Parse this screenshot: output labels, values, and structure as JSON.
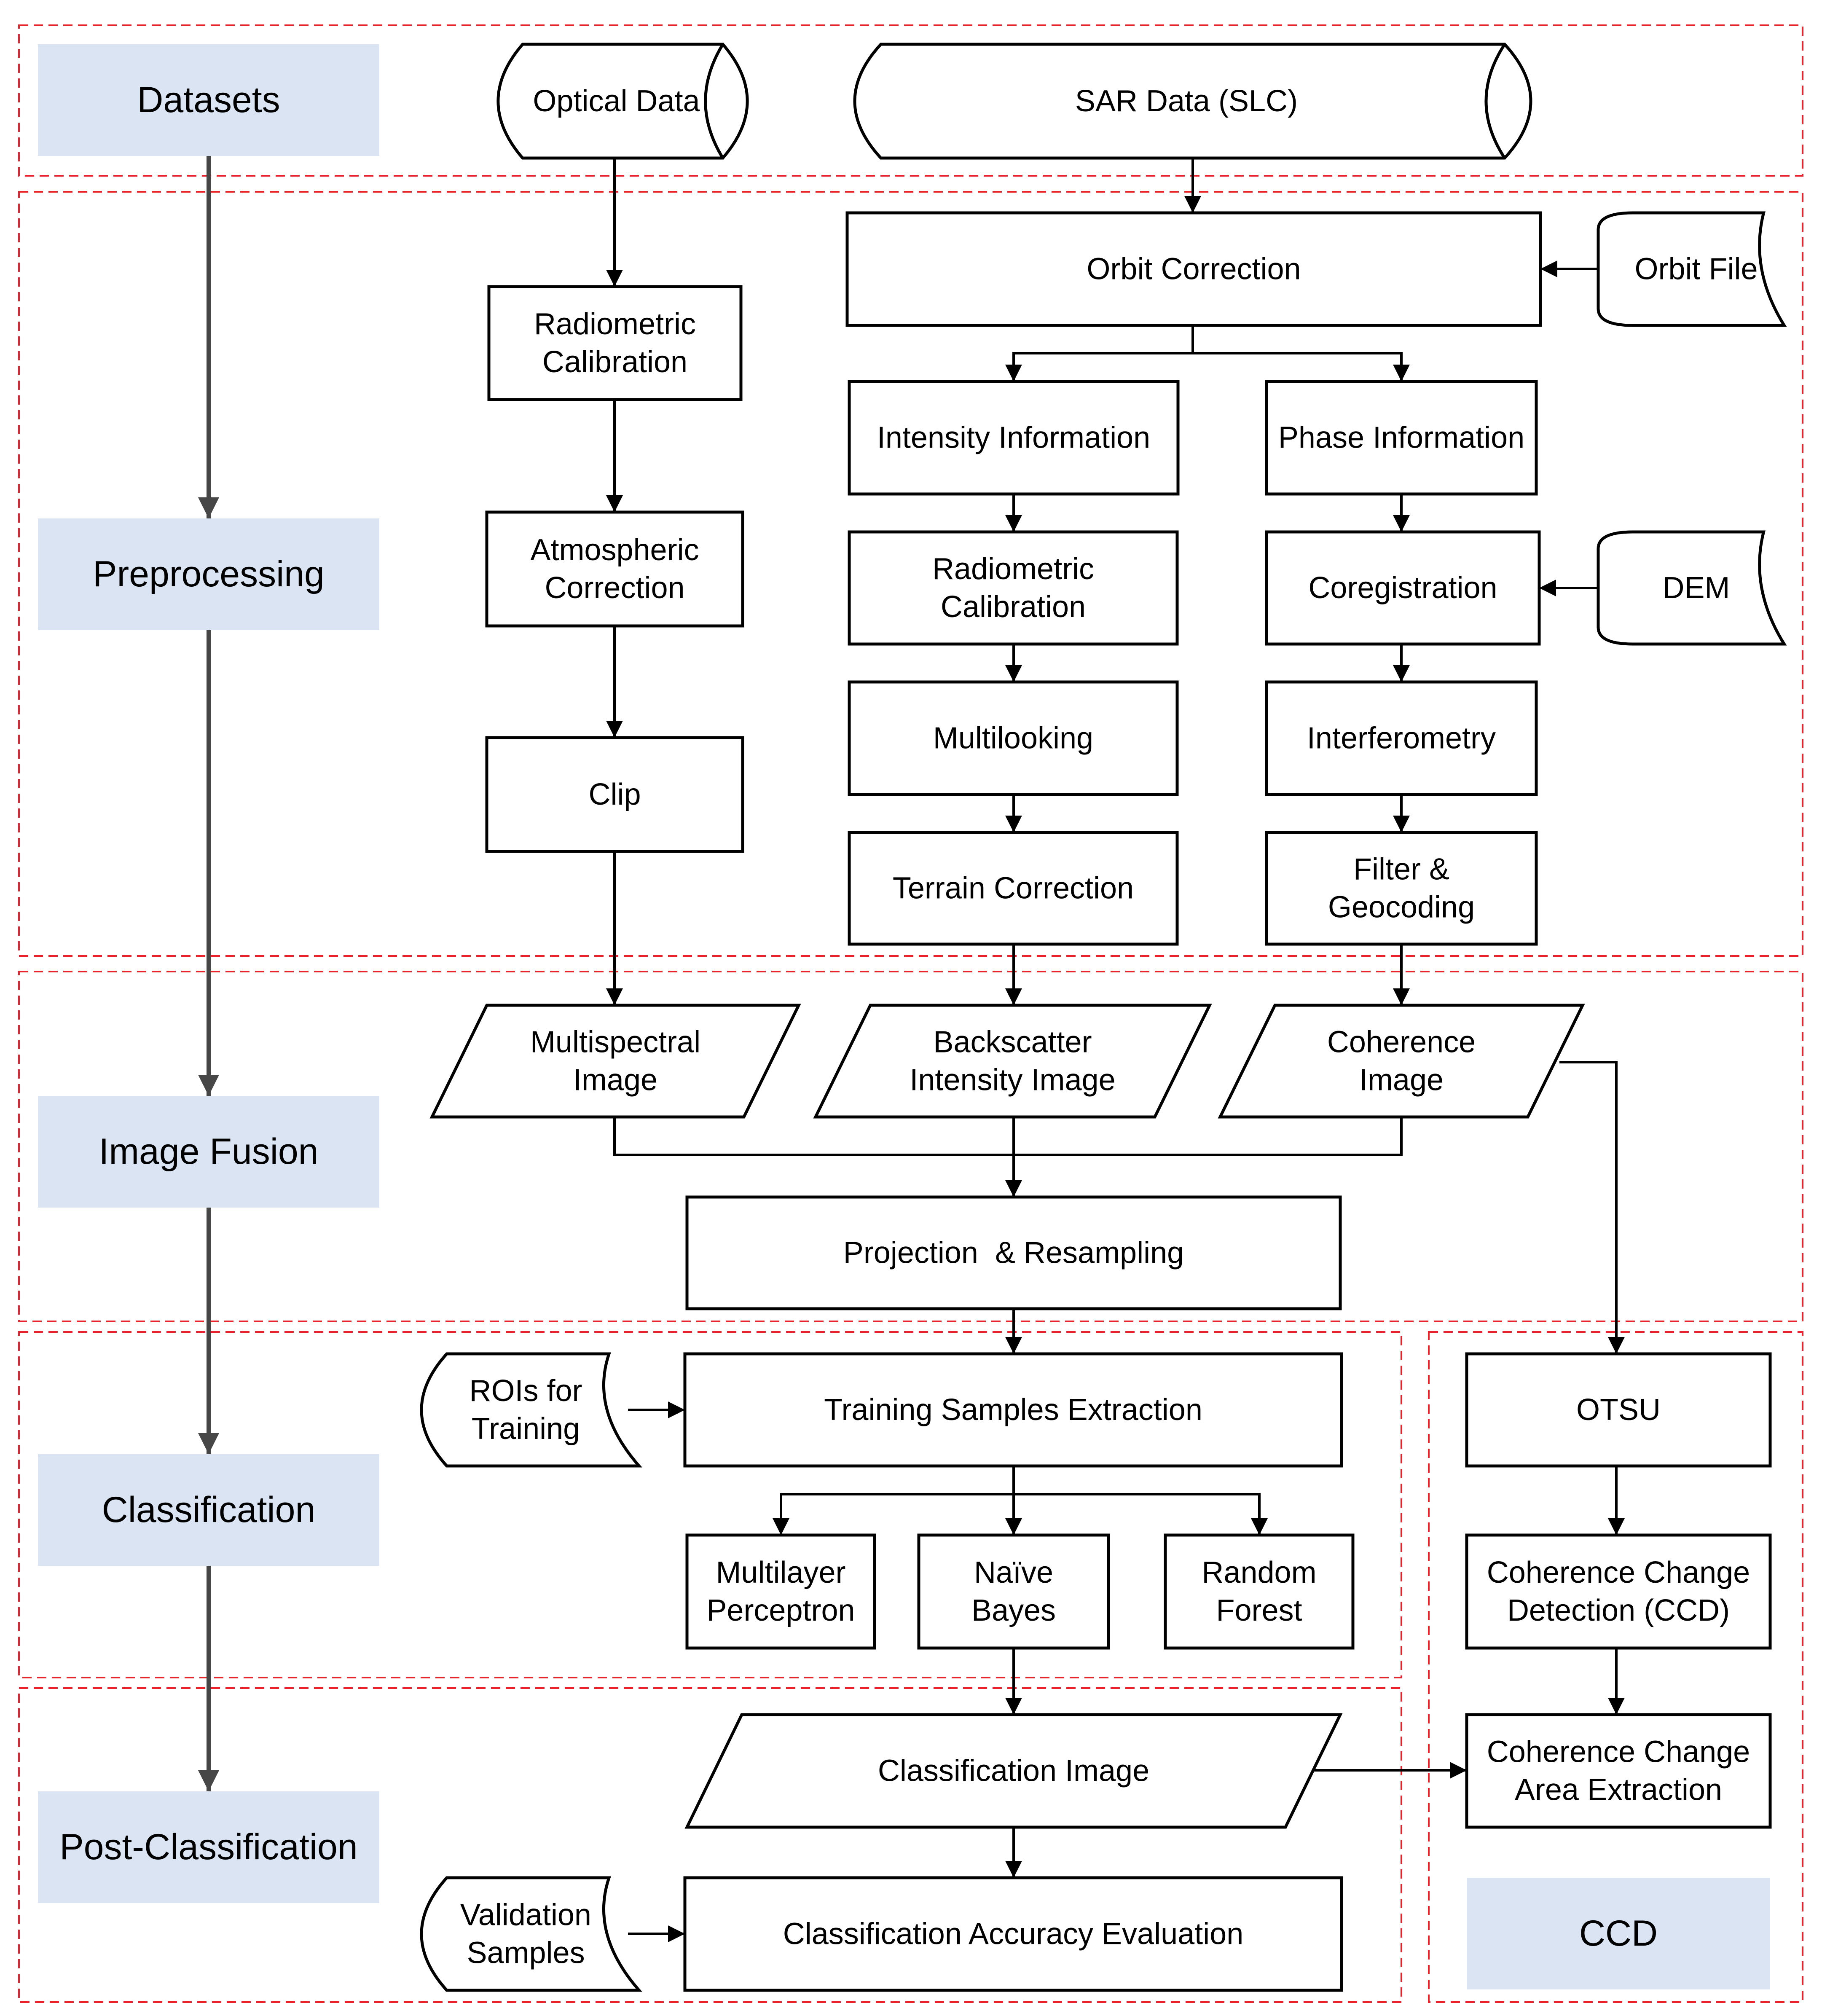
{
  "stages": {
    "datasets": "Datasets",
    "preprocessing": "Preprocessing",
    "image_fusion": "Image Fusion",
    "classification": "Classification",
    "post_classification": "Post-Classification",
    "ccd": "CCD"
  },
  "nodes": {
    "optical_data": [
      "Optical Data"
    ],
    "sar_data": [
      "SAR Data (SLC)"
    ],
    "orbit_correction": [
      "Orbit Correction"
    ],
    "orbit_file": [
      "Orbit File"
    ],
    "optical_radiometric_calibration": [
      "Radiometric",
      "Calibration"
    ],
    "atmospheric_correction": [
      "Atmospheric",
      "Correction"
    ],
    "clip": [
      "Clip"
    ],
    "intensity_information": [
      "Intensity Information"
    ],
    "phase_information": [
      "Phase Information"
    ],
    "sar_radiometric_calibration": [
      "Radiometric",
      "Calibration"
    ],
    "coregistration": [
      "Coregistration"
    ],
    "dem": [
      "DEM"
    ],
    "multilooking": [
      "Multilooking"
    ],
    "interferometry": [
      "Interferometry"
    ],
    "terrain_correction": [
      "Terrain Correction"
    ],
    "filter_geocoding": [
      "Filter &",
      "Geocoding"
    ],
    "multispectral_image": [
      "Multispectral",
      "Image"
    ],
    "backscatter_intensity_image": [
      "Backscatter",
      "Intensity Image"
    ],
    "coherence_image": [
      "Coherence",
      "Image"
    ],
    "projection_resampling": [
      "Projection  & Resampling"
    ],
    "rois_for_training": [
      "ROIs for",
      "Training"
    ],
    "training_samples_extraction": [
      "Training Samples Extraction"
    ],
    "multilayer_perceptron": [
      "Multilayer",
      "Perceptron"
    ],
    "naive_bayes": [
      "Naïve",
      "Bayes"
    ],
    "random_forest": [
      "Random",
      "Forest"
    ],
    "classification_image": [
      "Classification Image"
    ],
    "validation_samples": [
      "Validation",
      "Samples"
    ],
    "classification_accuracy_evaluation": [
      "Classification Accuracy Evaluation"
    ],
    "otsu": [
      "OTSU"
    ],
    "coherence_change_detection": [
      "Coherence Change",
      "Detection (CCD)"
    ],
    "coherence_change_area_extraction": [
      "Coherence Change",
      "Area Extraction"
    ]
  },
  "colors": {
    "section_border": "#e8232b",
    "stage_fill": "#dae4f3",
    "stage_arrow": "#474747",
    "node_stroke": "#000000"
  }
}
